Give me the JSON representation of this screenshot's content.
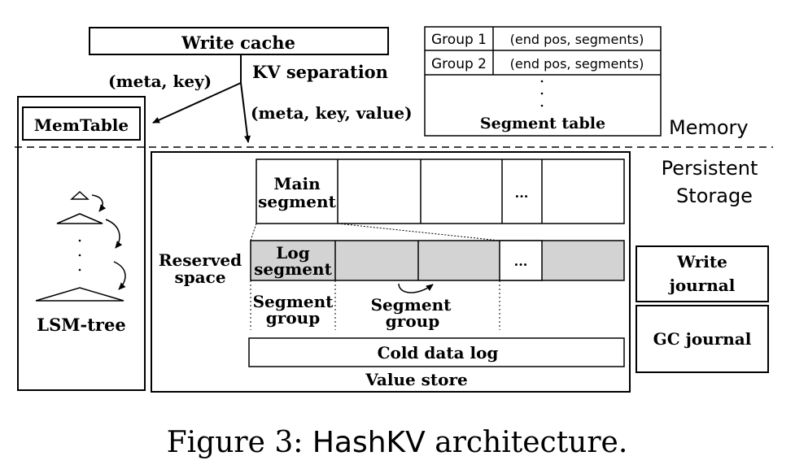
{
  "memory": {
    "write_cache": "Write cache",
    "kv_separation": "KV separation",
    "meta_key": "(meta, key)",
    "meta_key_value": "(meta, key, value)",
    "memtable": "MemTable",
    "segment_table": {
      "rows": [
        {
          "group": "Group 1",
          "info": "(end pos, segments)"
        },
        {
          "group": "Group 2",
          "info": "(end pos, segments)"
        }
      ],
      "dots": ". . .",
      "title": "Segment table"
    },
    "label": "Memory"
  },
  "persistent": {
    "label_line1": "Persistent",
    "label_line2": "Storage",
    "lsm_tree": "LSM-tree",
    "lsm_dots": ". . .",
    "reserved_space_line1": "Reserved",
    "reserved_space_line2": "space",
    "main_segment_line1": "Main",
    "main_segment_line2": "segment",
    "log_segment_line1": "Log",
    "log_segment_line2": "segment",
    "ellipsis": "...",
    "segment_group_1_line1": "Segment",
    "segment_group_1_line2": "group",
    "segment_group_2_line1": "Segment",
    "segment_group_2_line2": "group",
    "cold_data_log": "Cold data log",
    "value_store": "Value store",
    "write_journal_line1": "Write",
    "write_journal_line2": "journal",
    "gc_journal": "GC journal"
  },
  "caption": {
    "prefix": "Figure 3: ",
    "name": "HashKV",
    "suffix": " architecture."
  },
  "colors": {
    "stroke": "#000000",
    "log_fill": "#d3d3d3",
    "background": "#ffffff"
  }
}
